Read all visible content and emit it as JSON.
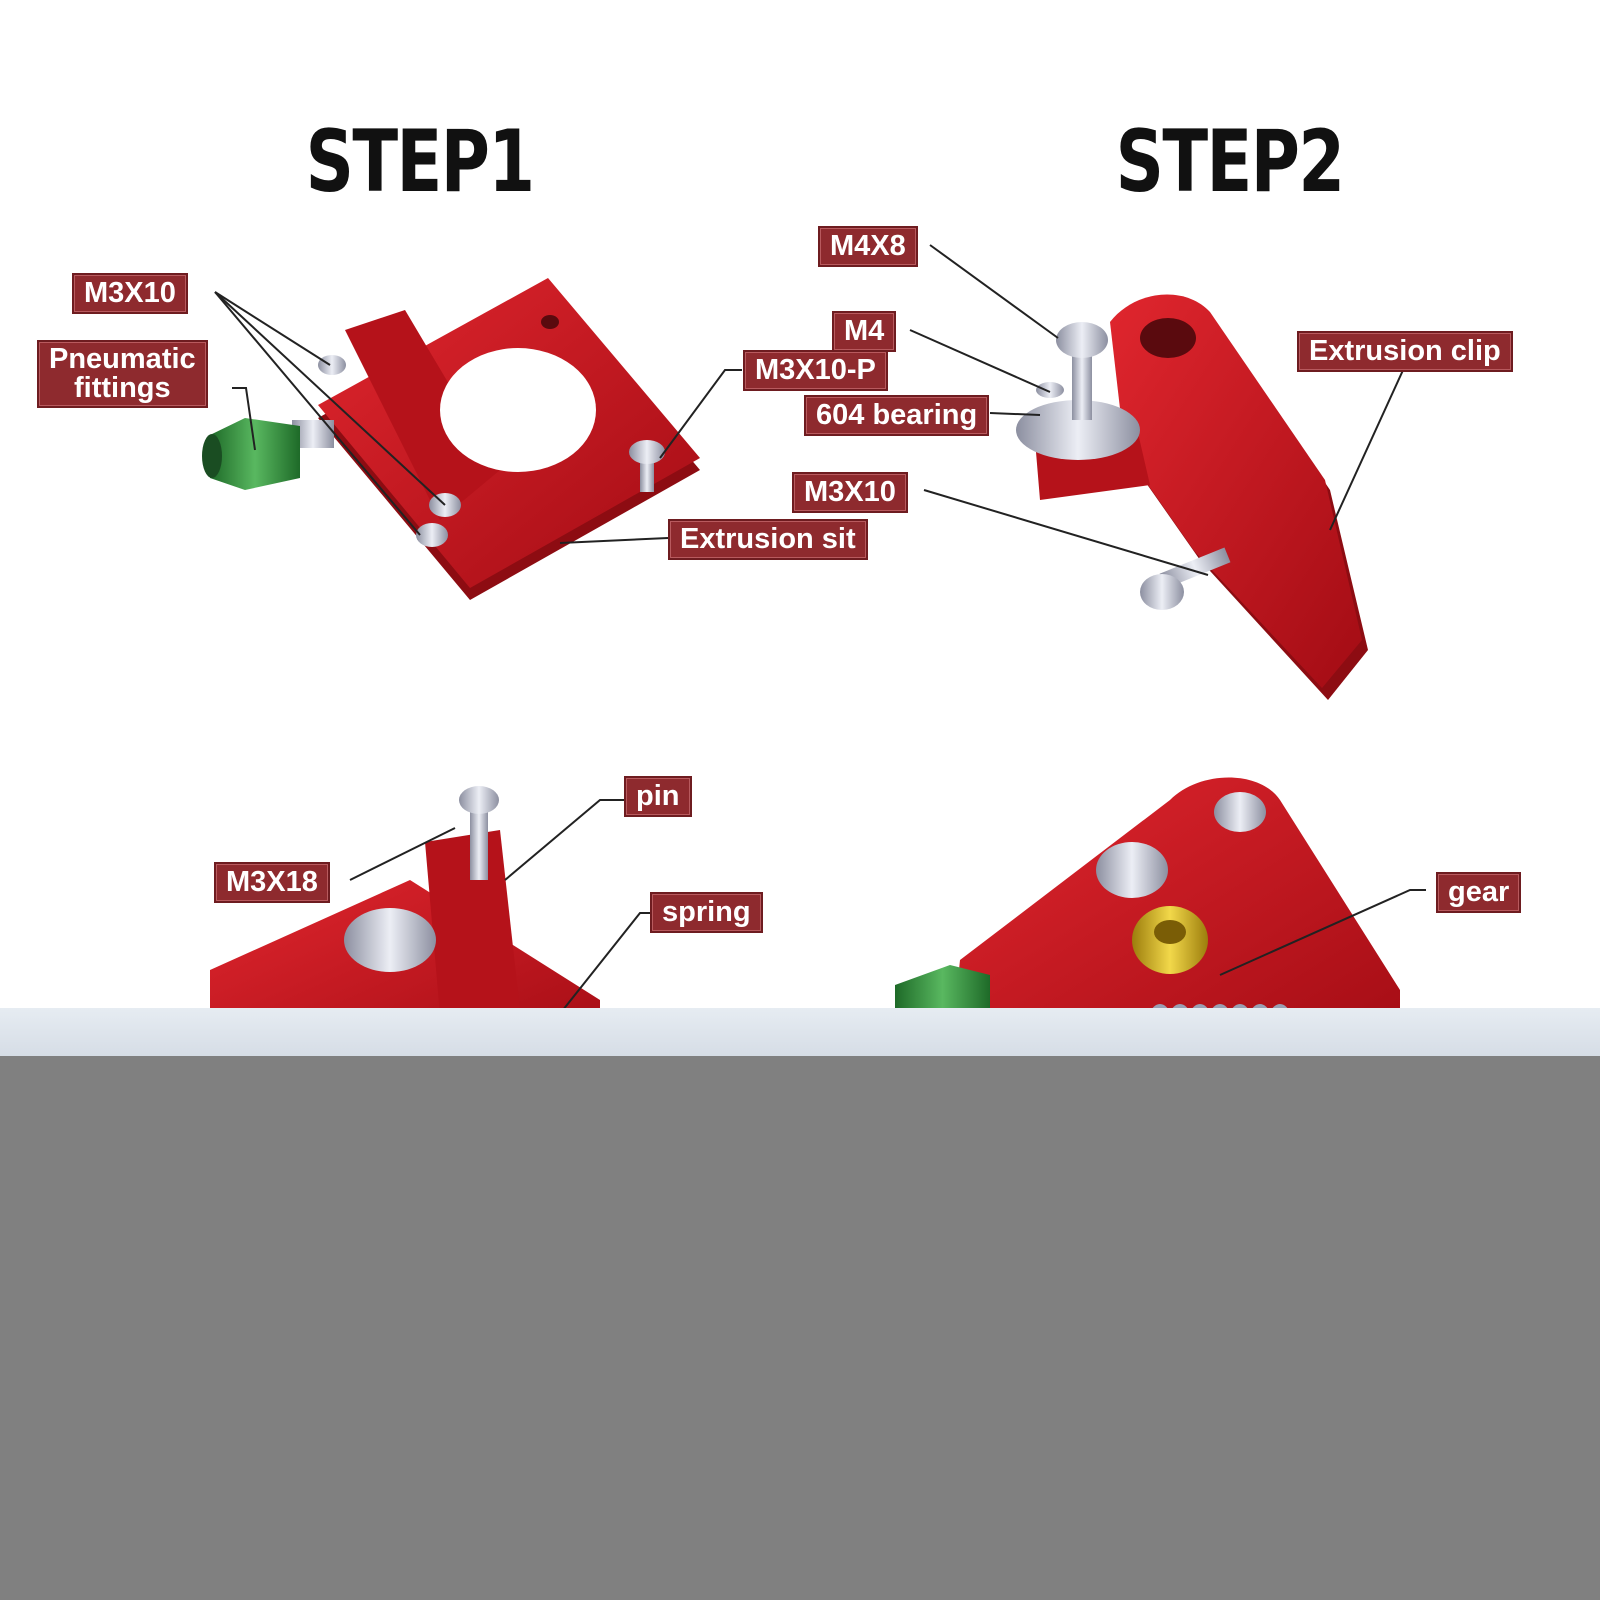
{
  "steps": {
    "step1": "STEP1",
    "step2": "STEP2"
  },
  "labels": {
    "m3x10_a": "M3X10",
    "pneumatic": "Pneumatic\nfittings",
    "m3x10p": "M3X10-P",
    "extrusion_sit": "Extrusion sit",
    "m4x8": "M4X8",
    "m4": "M4",
    "bearing": "604 bearing",
    "m3x10_b": "M3X10",
    "extrusion_clip": "Extrusion clip",
    "pin": "pin",
    "m3x18": "M3X18",
    "spring": "spring",
    "gear": "gear"
  },
  "colors": {
    "callout_bg": "#8e2a2e",
    "part_red": "#c8141c",
    "fitting_green": "#2f8a3a",
    "screw_silver": "#c9cbd6",
    "gear_brass": "#d8b418"
  }
}
